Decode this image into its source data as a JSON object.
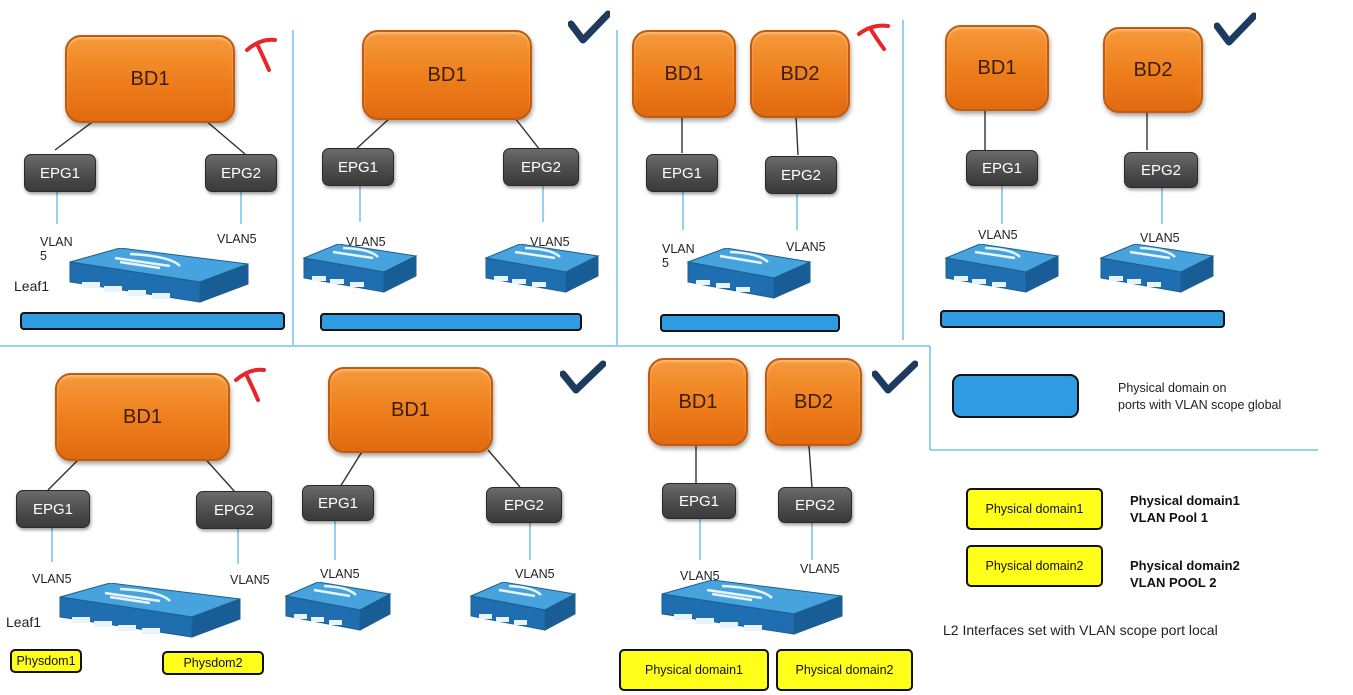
{
  "panels": {
    "top1": {
      "bd1": "BD1",
      "epg1": "EPG1",
      "epg2": "EPG2",
      "vlan_left": "VLAN\n5",
      "vlan_right": "VLAN5",
      "leaf": "Leaf1",
      "verdict": "invalid"
    },
    "top2": {
      "bd1": "BD1",
      "epg1": "EPG1",
      "epg2": "EPG2",
      "vlan_left": "VLAN5",
      "vlan_right": "VLAN5",
      "verdict": "valid"
    },
    "top3": {
      "bd1": "BD1",
      "bd2": "BD2",
      "epg1": "EPG1",
      "epg2": "EPG2",
      "vlan_left": "VLAN\n5",
      "vlan_right": "VLAN5",
      "verdict": "invalid"
    },
    "top4": {
      "bd1": "BD1",
      "bd2": "BD2",
      "epg1": "EPG1",
      "epg2": "EPG2",
      "vlan_left": "VLAN5",
      "vlan_right": "VLAN5",
      "verdict": "valid"
    },
    "bot1": {
      "bd1": "BD1",
      "epg1": "EPG1",
      "epg2": "EPG2",
      "vlan_left": "VLAN5",
      "vlan_right": "VLAN5",
      "leaf": "Leaf1",
      "dom1": "Physdom1",
      "dom2": "Physdom2",
      "verdict": "invalid"
    },
    "bot2": {
      "bd1": "BD1",
      "epg1": "EPG1",
      "epg2": "EPG2",
      "vlan_left": "VLAN5",
      "vlan_right": "VLAN5",
      "verdict": "valid"
    },
    "bot3": {
      "bd1": "BD1",
      "bd2": "BD2",
      "epg1": "EPG1",
      "epg2": "EPG2",
      "vlan_left": "VLAN5",
      "vlan_right": "VLAN5",
      "dom1": "Physical domain1",
      "dom2": "Physical domain2",
      "verdict": "valid"
    }
  },
  "legend": {
    "global_desc": "Physical domain on\nports with VLAN scope global",
    "dom1_box": "Physical domain1",
    "dom1_title": "Physical domain1\nVLAN Pool 1",
    "dom2_box": "Physical domain2",
    "dom2_title": "Physical domain2\nVLAN POOL 2",
    "port_local_note": "L2 Interfaces set with VLAN scope port local"
  },
  "colors": {
    "bd": "#ee7d1b",
    "epg": "#4a4a4a",
    "physdom_global": "#2f9be3",
    "physdom_local": "#ffff1a",
    "check": "#1e3a5f",
    "cross": "#e8262a",
    "divider": "#5bb6e6"
  }
}
